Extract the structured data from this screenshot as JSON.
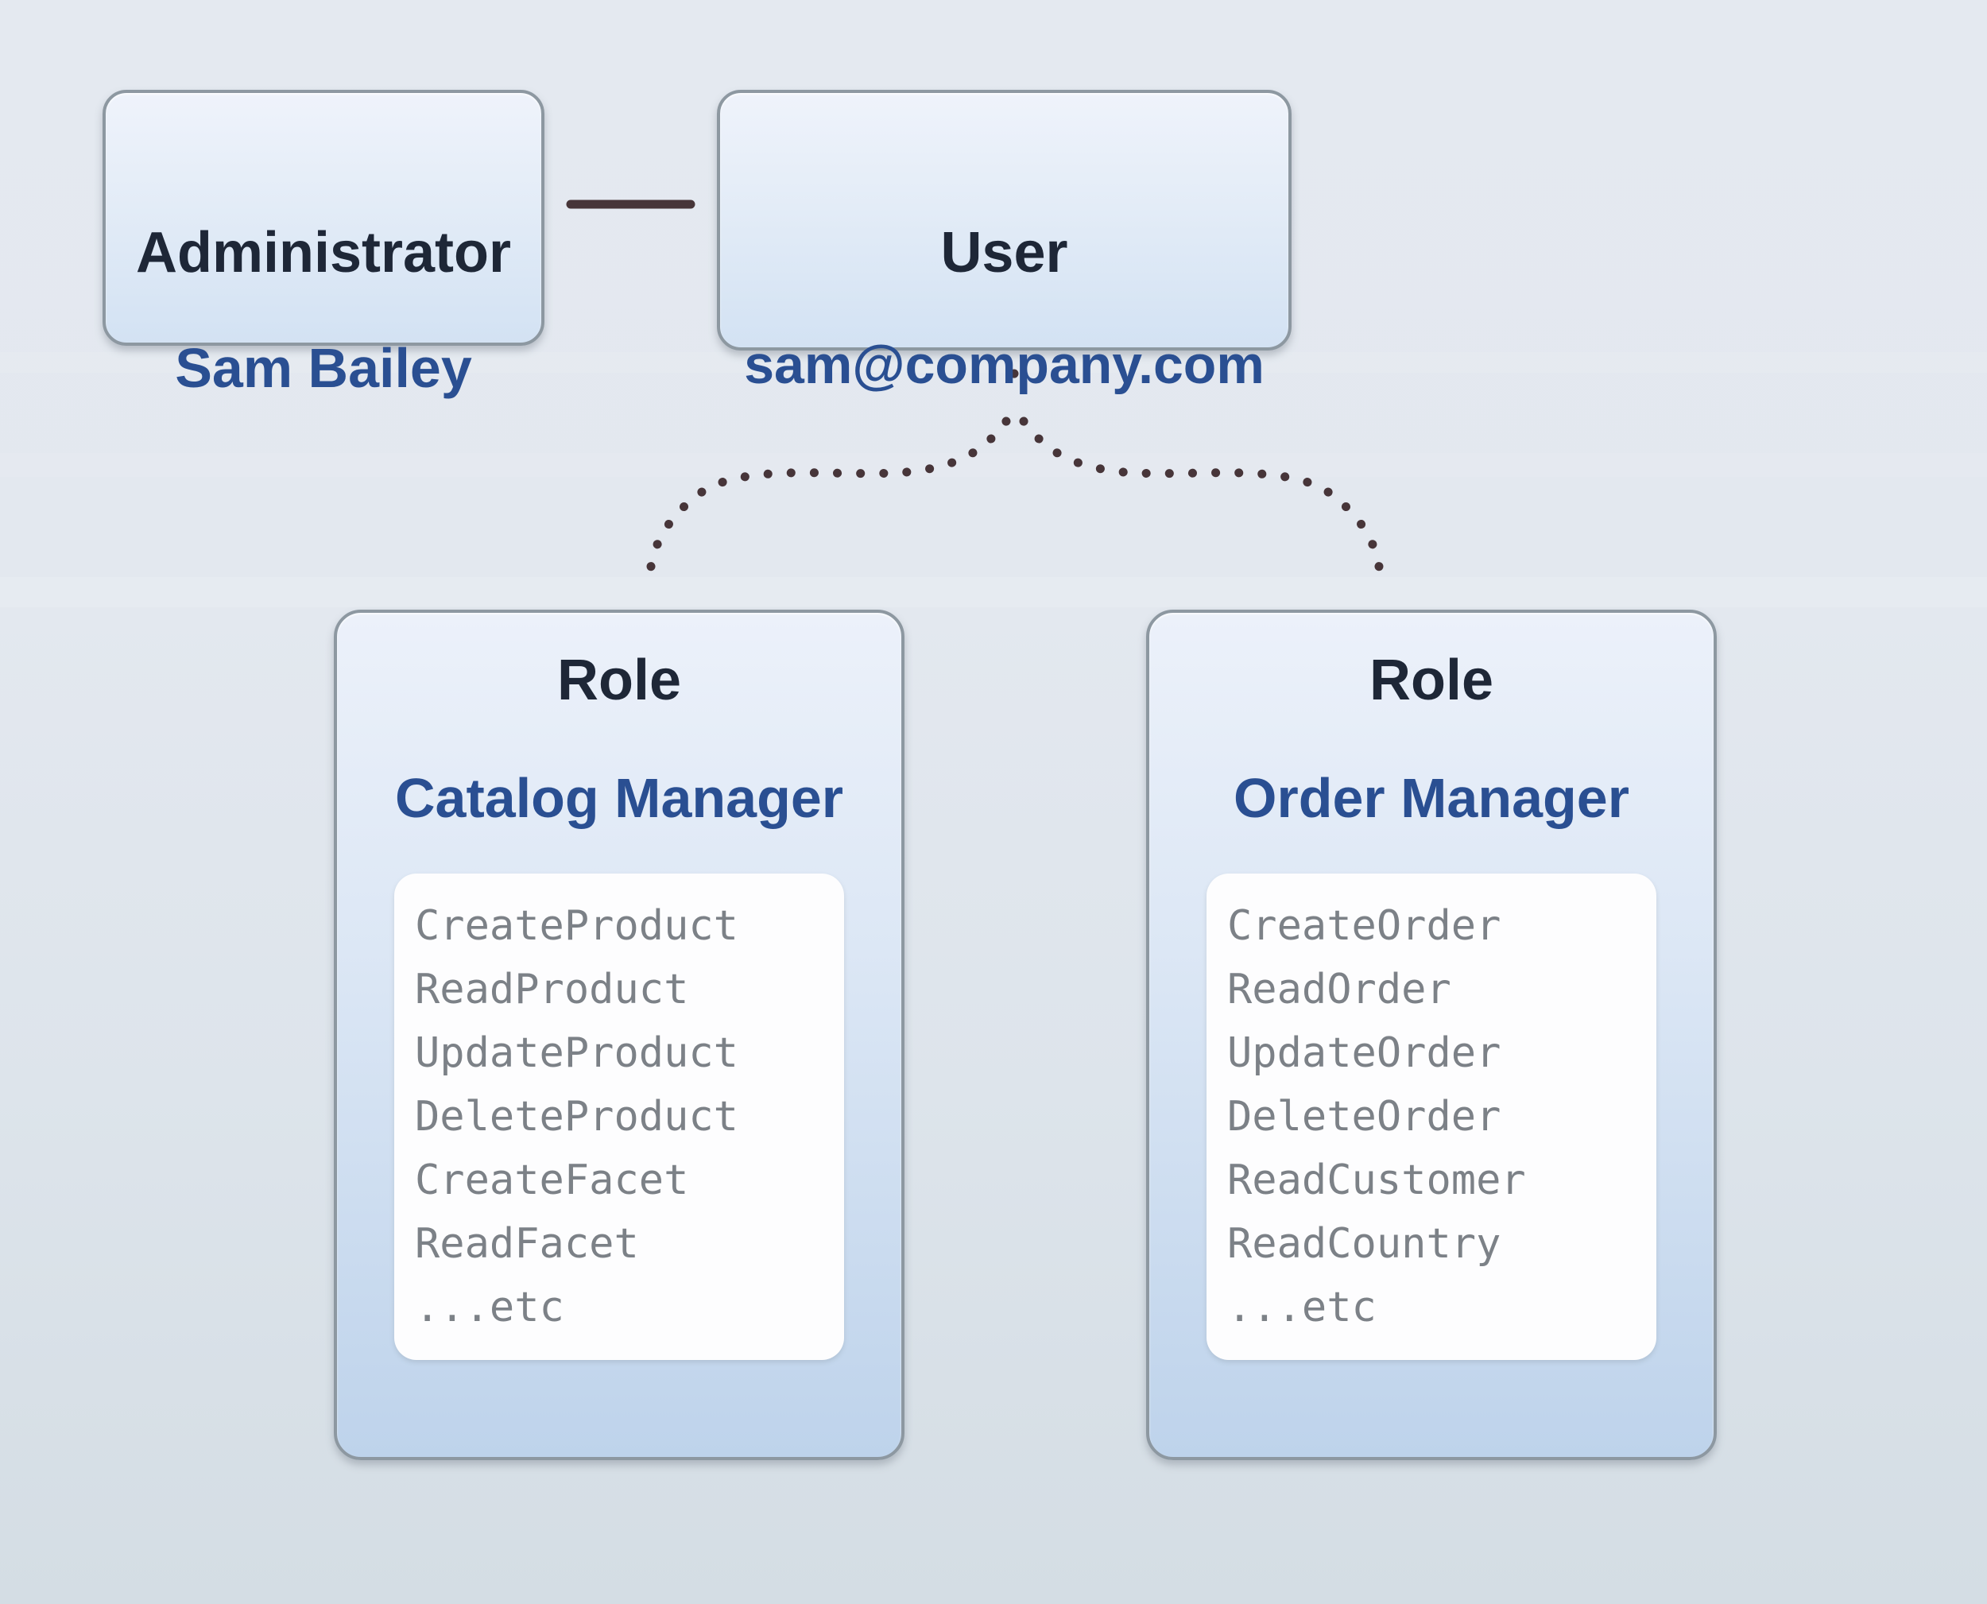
{
  "admin_box": {
    "title": "Administrator",
    "value": "Sam Bailey"
  },
  "user_box": {
    "title": "User",
    "value": "sam@company.com"
  },
  "roles": [
    {
      "title": "Role",
      "name": "Catalog Manager",
      "permissions": [
        "CreateProduct",
        "ReadProduct",
        "UpdateProduct",
        "DeleteProduct",
        "CreateFacet",
        "ReadFacet",
        "...etc"
      ]
    },
    {
      "title": "Role",
      "name": "Order Manager",
      "permissions": [
        "CreateOrder",
        "ReadOrder",
        "UpdateOrder",
        "DeleteOrder",
        "ReadCustomer",
        "ReadCountry",
        "...etc"
      ]
    }
  ],
  "connections": [
    {
      "from": "administrator-box",
      "to": "user-box",
      "style": "solid-line"
    },
    {
      "from": "user-box",
      "to": "role-box-catalog-manager",
      "style": "dotted-curve"
    },
    {
      "from": "user-box",
      "to": "role-box-order-manager",
      "style": "dotted-curve"
    }
  ],
  "colors": {
    "heading_text": "#1e2737",
    "accent_blue": "#2a4f92",
    "mono_text": "#7c8187",
    "connector": "#473539",
    "dots": "#473539",
    "box_border": "#8d98a1",
    "panel_bg": "#fdfdfe"
  }
}
